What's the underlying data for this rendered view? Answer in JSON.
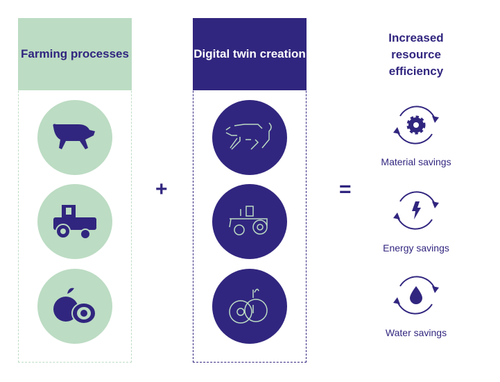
{
  "left": {
    "title": "Farming processes",
    "items": [
      "pig-icon",
      "tractor-icon",
      "fruit-icon"
    ]
  },
  "middle": {
    "title": "Digital twin creation"
  },
  "plus": "+",
  "equals": "=",
  "right": {
    "title": "Increased resource efficiency",
    "items": [
      {
        "label": "Material savings",
        "icon": "gear-icon"
      },
      {
        "label": "Energy savings",
        "icon": "lightning-icon"
      },
      {
        "label": "Water savings",
        "icon": "water-drop-icon"
      }
    ]
  },
  "colors": {
    "green": "#bcdcc3",
    "purple": "#31267f"
  }
}
